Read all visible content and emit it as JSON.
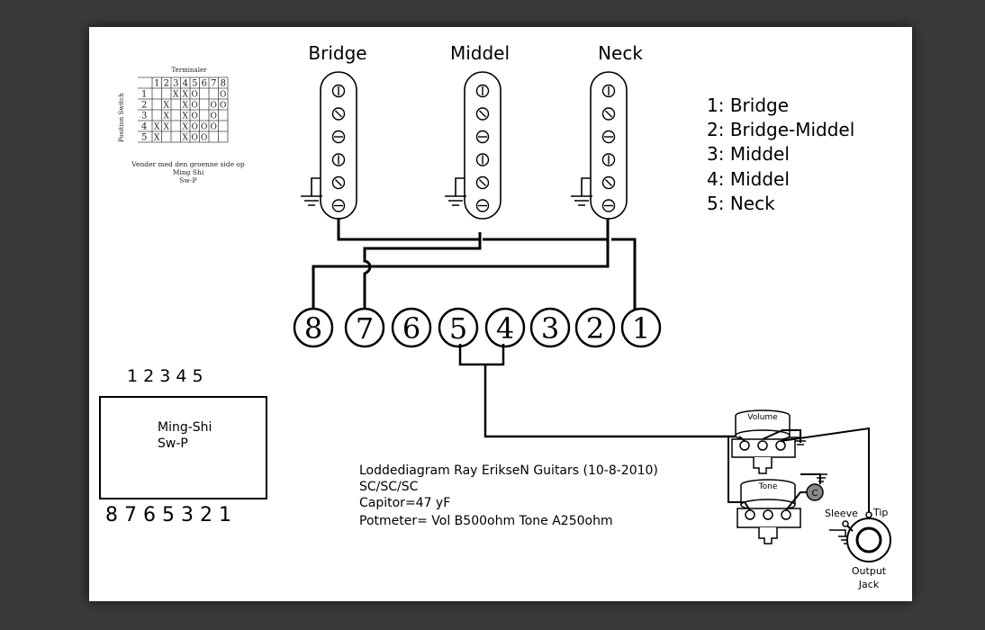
{
  "pickups": [
    {
      "label": "Bridge"
    },
    {
      "label": "Middel"
    },
    {
      "label": "Neck"
    }
  ],
  "legend": [
    "1: Bridge",
    "2: Bridge-Middel",
    "3: Middel",
    "4: Middel",
    "5: Neck"
  ],
  "terminals": [
    "8",
    "7",
    "6",
    "5",
    "4",
    "3",
    "2",
    "1"
  ],
  "switch_table": {
    "title": "Terminaler",
    "side_label": "Position Switch",
    "columns": [
      "1",
      "2",
      "3",
      "4",
      "5",
      "6",
      "7",
      "8"
    ],
    "rows": [
      {
        "pos": "1",
        "cells": [
          "",
          "",
          "X",
          "X",
          "O",
          "",
          "",
          "O"
        ]
      },
      {
        "pos": "2",
        "cells": [
          "",
          "X",
          "",
          "X",
          "O",
          "",
          "O",
          "O"
        ]
      },
      {
        "pos": "3",
        "cells": [
          "",
          "X",
          "",
          "X",
          "O",
          "",
          "O",
          ""
        ]
      },
      {
        "pos": "4",
        "cells": [
          "X",
          "X",
          "",
          "X",
          "O",
          "O",
          "O",
          ""
        ]
      },
      {
        "pos": "5",
        "cells": [
          "X",
          "",
          "",
          "X",
          "O",
          "O",
          "",
          ""
        ]
      }
    ],
    "note_lines": [
      "Vender med den groenne side op",
      "Ming Shi",
      "Sw-P"
    ]
  },
  "switch_box": {
    "top_numbers": "1 2 3 4 5",
    "name_lines": [
      "Ming-Shi",
      "Sw-P"
    ],
    "bottom_numbers": "8 7 6 5 3 2 1"
  },
  "notes": [
    "Loddediagram Ray EriksеN Guitars (10-8-2010)",
    "SC/SC/SC",
    "Capitor=47 yF",
    "Potmeter= Vol B500ohm Tone A250ohm"
  ],
  "controls": {
    "volume_label": "Volume",
    "tone_label": "Tone",
    "cap_label": "C",
    "sleeve_label": "Sleeve",
    "tip_label": "Tip",
    "jack_label_lines": [
      "Output",
      "Jack"
    ]
  }
}
